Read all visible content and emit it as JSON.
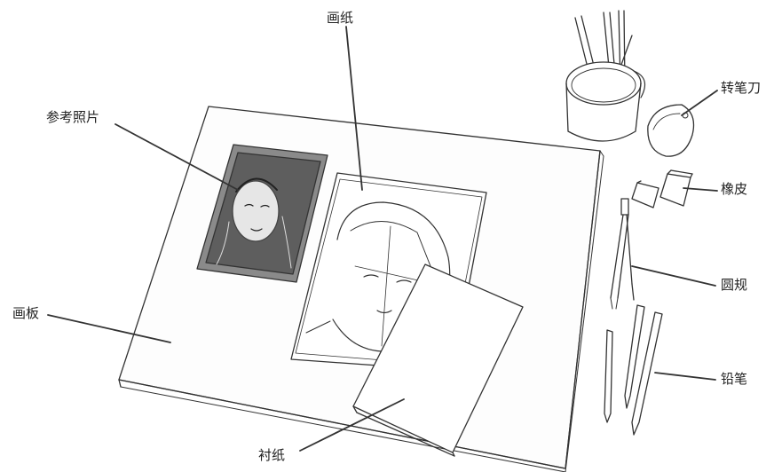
{
  "labels": {
    "paper": "画纸",
    "reference_photo": "参考照片",
    "board": "画板",
    "backing_paper": "衬纸",
    "sharpener": "转笔刀",
    "eraser": "橡皮",
    "compass": "圆规",
    "pencil": "铅笔"
  },
  "colors": {
    "ink": "#333333",
    "paper": "#ffffff",
    "photo_shade": "#6b6b6b"
  }
}
